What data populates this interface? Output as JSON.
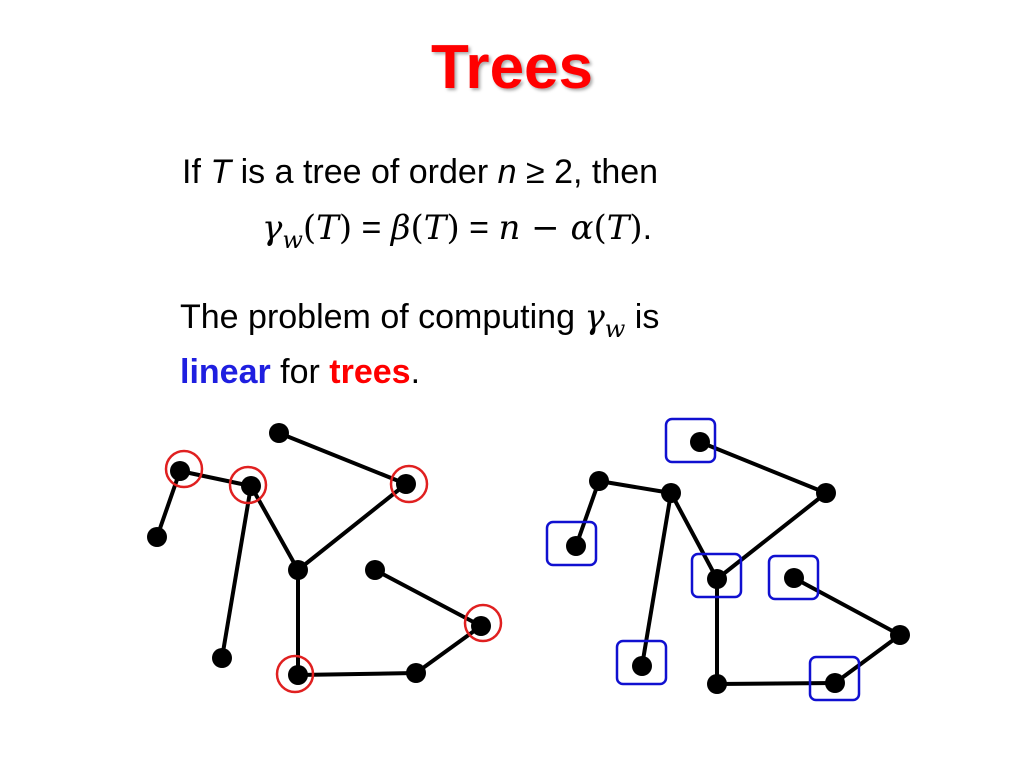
{
  "slide": {
    "title": "Trees",
    "theorem": {
      "if": "If",
      "T": "T",
      "mid": " is a tree of order ",
      "n": "n",
      "cond": " ≥ 2, then",
      "gamma": "γ",
      "w": "w",
      "lp1": "(",
      "T1": "T",
      "rp1": ")",
      "eq1": " = ",
      "beta": "β",
      "lp2": "(",
      "T2": "T",
      "rp2": ")",
      "eq2": " = ",
      "n2": "n",
      "minus": " − ",
      "alpha": "α",
      "lp3": "(",
      "T3": "T",
      "rp3": ")",
      "dot": "."
    },
    "statement": {
      "part1": "The problem of computing ",
      "gamma": "γ",
      "w": "w",
      "part2": " is",
      "linear": "linear",
      "for": " for ",
      "trees": "trees",
      "period": "."
    }
  },
  "colors": {
    "title": "#ff0000",
    "linear": "#1f1fe0",
    "trees": "#ff0000",
    "circle_marker": "#e02020",
    "square_marker": "#1010d0",
    "node": "#000000"
  }
}
